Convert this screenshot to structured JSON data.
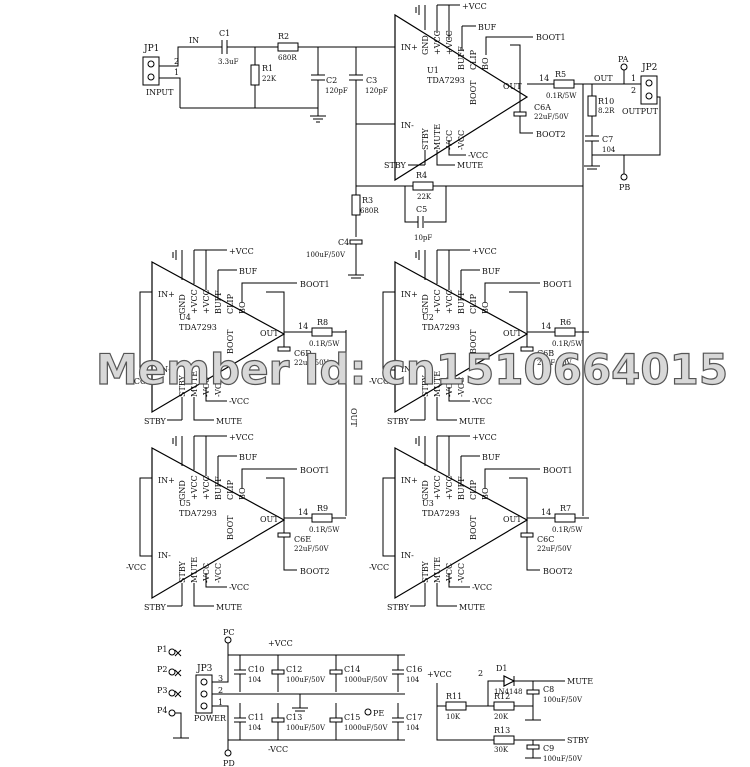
{
  "watermark": "Member Id: cn1510664015",
  "input_stage": {
    "connector": "JP1",
    "connector_caption": "INPUT",
    "pins": [
      "2",
      "1"
    ],
    "net_in": "IN",
    "c1": {
      "ref": "C1",
      "value": "3.3uF"
    },
    "r1": {
      "ref": "R1",
      "value": "22K"
    },
    "r2": {
      "ref": "R2",
      "value": "680R"
    },
    "c2": {
      "ref": "C2",
      "value": "120pF"
    },
    "c3": {
      "ref": "C3",
      "value": "120pF"
    }
  },
  "feedback": {
    "r3": {
      "ref": "R3",
      "value": "680R"
    },
    "r4": {
      "ref": "R4",
      "value": "22K"
    },
    "c5": {
      "ref": "C5",
      "value": "10pF"
    },
    "c4": {
      "ref": "C4",
      "value": "100uF/50V"
    }
  },
  "output_stage": {
    "net_out": "OUT",
    "pa": "PA",
    "pb": "PB",
    "connector": "JP2",
    "connector_caption": "OUTPUT",
    "pins": [
      "1",
      "2"
    ],
    "r5": {
      "ref": "R5",
      "value": "0.1R/5W",
      "pin": "14"
    },
    "r10": {
      "ref": "R10",
      "value": "8.2R"
    },
    "c7": {
      "ref": "C7",
      "value": "104"
    }
  },
  "chip_pin_labels": [
    "GND",
    "+VCC",
    "+VCC",
    "BUFF",
    "CLIP",
    "BO"
  ],
  "chip_lower_labels": [
    "STBY",
    "MUTE",
    "-VCC",
    "-VCC"
  ],
  "amps": [
    {
      "ref": "U1",
      "part": "TDA7293",
      "boot_top": "BOOT1",
      "boot_bot": "BOOT2",
      "cap": "C6A",
      "cap_val": "22uF/50V",
      "res": "R5",
      "res_val": "0.1R/5W"
    },
    {
      "ref": "U4",
      "part": "TDA7293",
      "boot_top": "BOOT1",
      "boot_bot": "",
      "cap": "C6D",
      "cap_val": "22uF/50V",
      "res": "R8",
      "res_val": "0.1R/5W"
    },
    {
      "ref": "U2",
      "part": "TDA7293",
      "boot_top": "BOOT1",
      "boot_bot": "",
      "cap": "C6B",
      "cap_val": "22uF/50V",
      "res": "R6",
      "res_val": "0.1R/5W"
    },
    {
      "ref": "U5",
      "part": "TDA7293",
      "boot_top": "BOOT1",
      "boot_bot": "BOOT2",
      "cap": "C6E",
      "cap_val": "22uF/50V",
      "res": "R9",
      "res_val": "0.1R/5W"
    },
    {
      "ref": "U3",
      "part": "TDA7293",
      "boot_top": "BOOT1",
      "boot_bot": "BOOT2",
      "cap": "C6C",
      "cap_val": "22uF/50V",
      "res": "R7",
      "res_val": "0.1R/5W"
    }
  ],
  "pin_labels": {
    "in_plus": "IN+",
    "in_minus": "IN-",
    "out": "OUT",
    "boot": "BOOT",
    "buf": "BUF",
    "stby": "STBY",
    "mute": "MUTE",
    "pvcc": "+VCC",
    "nvcc": "-VCC",
    "out_net": "OUT"
  },
  "power": {
    "connector": "JP3",
    "caption": "POWER",
    "pins": [
      "3",
      "2",
      "1"
    ],
    "p_points": [
      "P1",
      "P2",
      "P3",
      "P4"
    ],
    "pc": "PC",
    "pd": "PD",
    "pe": "PE",
    "pvcc": "+VCC",
    "nvcc": "-VCC",
    "caps": [
      {
        "ref": "C10",
        "value": "104"
      },
      {
        "ref": "C11",
        "value": "104"
      },
      {
        "ref": "C12",
        "value": "100uF/50V"
      },
      {
        "ref": "C13",
        "value": "100uF/50V"
      },
      {
        "ref": "C14",
        "value": "1000uF/50V"
      },
      {
        "ref": "C15",
        "value": "1000uF/50V"
      },
      {
        "ref": "C16",
        "value": "104"
      },
      {
        "ref": "C17",
        "value": "104"
      }
    ]
  },
  "control": {
    "pvcc": "+VCC",
    "d1": {
      "ref": "D1",
      "value": "1N4148"
    },
    "r11": {
      "ref": "R11",
      "value": "10K"
    },
    "r12": {
      "ref": "R12",
      "value": "20K"
    },
    "r13": {
      "ref": "R13",
      "value": "30K"
    },
    "c8": {
      "ref": "C8",
      "value": "100uF/50V"
    },
    "c9": {
      "ref": "C9",
      "value": "100uF/50V"
    },
    "mute": "MUTE",
    "stby": "STBY",
    "pin2": "2"
  }
}
